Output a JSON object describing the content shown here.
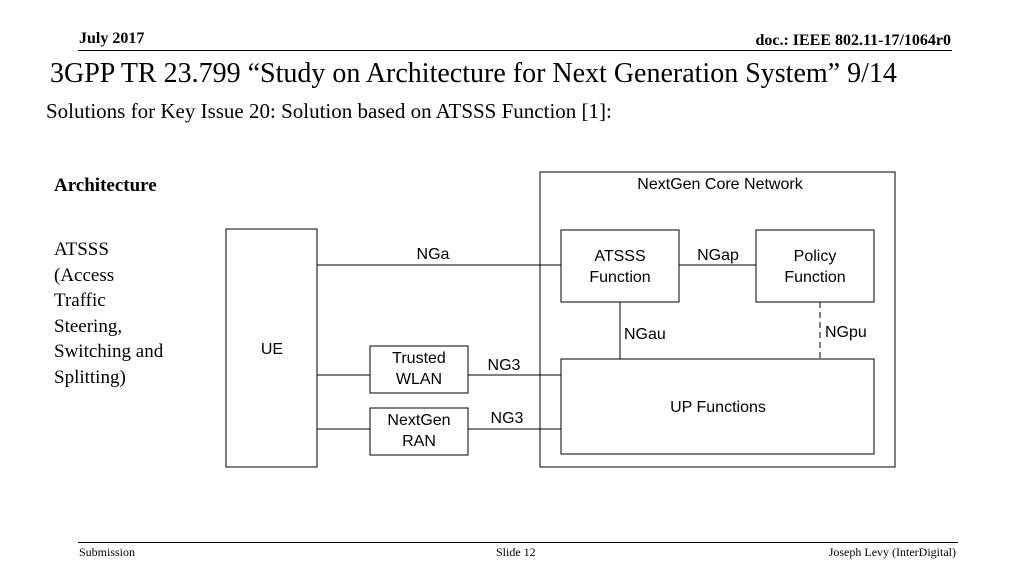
{
  "header": {
    "date": "July 2017",
    "doc_id": "doc.: IEEE 802.11-17/1064r0"
  },
  "title": "3GPP TR 23.799 “Study on Architecture for Next Generation System” 9/14",
  "subtitle": "Solutions for Key Issue 20: Solution based on ATSSS Function [1]:",
  "architecture": {
    "heading": "Architecture",
    "lines": [
      "ATSSS",
      "(Access",
      "Traffic",
      "Steering,",
      "Switching and",
      "Splitting)"
    ]
  },
  "diagram": {
    "core_network_label": "NextGen Core Network",
    "ue": "UE",
    "trusted_wlan": [
      "Trusted",
      "WLAN"
    ],
    "nextgen_ran": [
      "NextGen",
      "RAN"
    ],
    "atsss_function": [
      "ATSSS",
      "Function"
    ],
    "policy_function": [
      "Policy",
      "Function"
    ],
    "up_functions": "UP Functions",
    "interfaces": {
      "nga": "NGa",
      "ngap": "NGap",
      "ngau": "NGau",
      "ngpu": "NGpu",
      "ng3_wlan": "NG3",
      "ng3_ran": "NG3"
    }
  },
  "footer": {
    "left": "Submission",
    "center": "Slide 12",
    "right": "Joseph Levy (InterDigital)"
  }
}
